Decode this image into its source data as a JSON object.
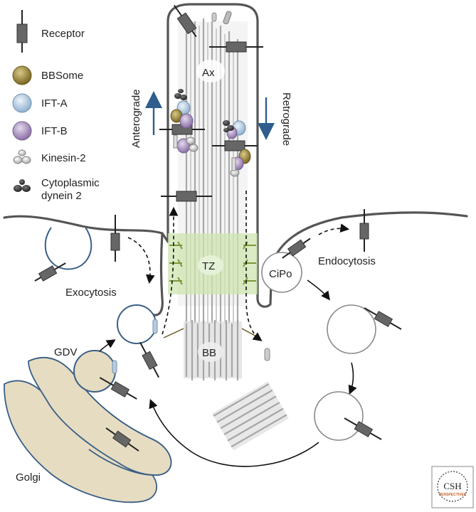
{
  "legend": {
    "receptor": "Receptor",
    "bbsome": "BBSome",
    "ift_a": "IFT-A",
    "ift_b": "IFT-B",
    "kinesin": "Kinesin-2",
    "dynein_line1": "Cytoplasmic",
    "dynein_line2": "dynein 2"
  },
  "labels": {
    "axoneme": "Ax",
    "transition_zone": "TZ",
    "basal_body": "BB",
    "anterograde": "Anterograde",
    "retrograde": "Retrograde",
    "ciliary_pocket": "CiPo",
    "endocytosis": "Endocytosis",
    "exocytosis": "Exocytosis",
    "gdv": "GDV",
    "golgi": "Golgi"
  },
  "logo": {
    "text": "CSH",
    "subtext": "PERSPECTIVES"
  },
  "colors": {
    "bbsome": "#8f7a2c",
    "ift_a": "#b7cbe0",
    "ift_b": "#a590b8",
    "kinesin": "#c9c9c9",
    "dynein": "#3a3a3a",
    "transition_zone": "#cfe6b0",
    "golgi": "#e6dcc2",
    "arrow_blue": "#2e5d8e",
    "logo_orange": "#c8642a"
  }
}
